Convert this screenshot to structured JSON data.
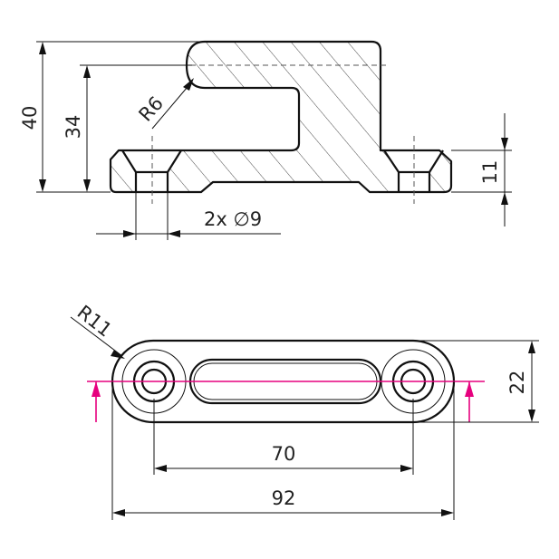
{
  "dimensions": {
    "height_total": "40",
    "height_inner": "34",
    "radius_hook": "R6",
    "height_flange": "11",
    "hole_callout": "2x ∅9",
    "radius_end": "R11",
    "width": "22",
    "hole_spacing": "70",
    "length_total": "92"
  },
  "colors": {
    "line": "#111111",
    "section_indicator": "#e6007e"
  }
}
